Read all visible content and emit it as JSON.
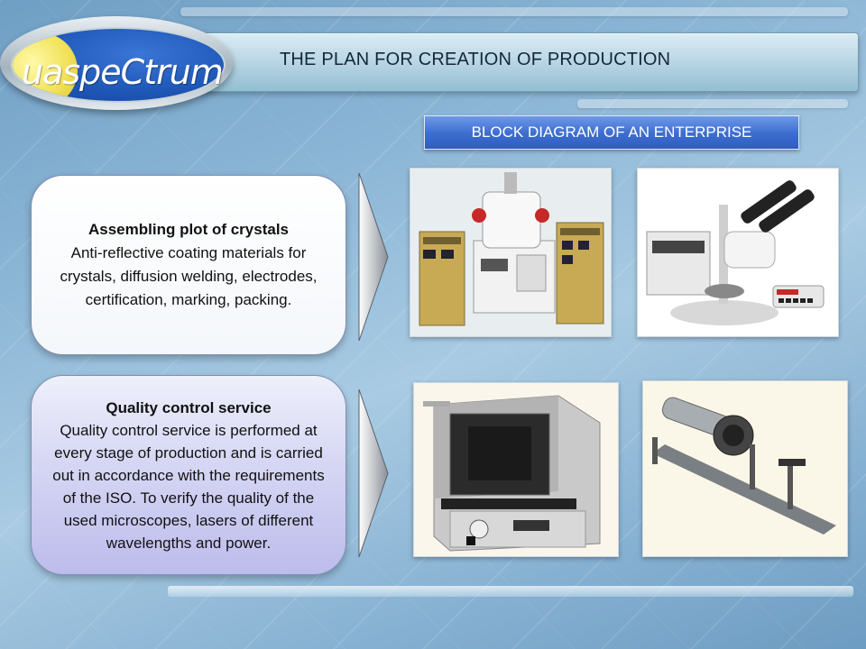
{
  "header": {
    "logo_text": "uaspeCtrum",
    "title": "THE PLAN FOR CREATION OF PRODUCTION"
  },
  "subtitle": "BLOCK DIAGRAM OF AN ENTERPRISE",
  "sections": [
    {
      "heading": "Assembling plot of crystals",
      "body": "Anti-reflective coating materials for crystals, diffusion welding, electrodes, certification, marking, packing."
    },
    {
      "heading": "Quality control service",
      "body": "Quality control service is performed at every stage of production and is carried out in accordance with the requirements of the ISO. To verify the quality of the used microscopes, lasers of different wavelengths and power."
    }
  ],
  "colors": {
    "subtitle_bg": "#3f6fd1",
    "logo_blue": "#1f58b8",
    "logo_yellow": "#f1e25a",
    "card2_bg": "#d6d6f4"
  }
}
